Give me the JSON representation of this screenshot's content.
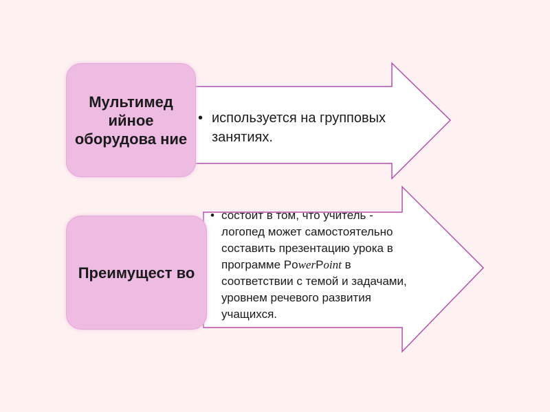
{
  "row1": {
    "label": "Мультимед ийное оборудова ние",
    "bullet": "•",
    "text": "используется на групповых занятиях."
  },
  "row2": {
    "label": "Преимущест во",
    "bullet": "•",
    "text_part1": "состоит в том, что учитель - логопед может самостоятельно составить презентацию урока в программе Po",
    "text_wer": "wer",
    "text_P": "P",
    "text_oint": "oint",
    "text_part2": " в соответствии с темой и задачами, уровнем речевого развития учащихся."
  },
  "colors": {
    "background": "#fdf1f1",
    "box_fill": "#eebbe2",
    "arrow_stroke": "#b34fb0",
    "arrow_fill": "#ffffff"
  }
}
